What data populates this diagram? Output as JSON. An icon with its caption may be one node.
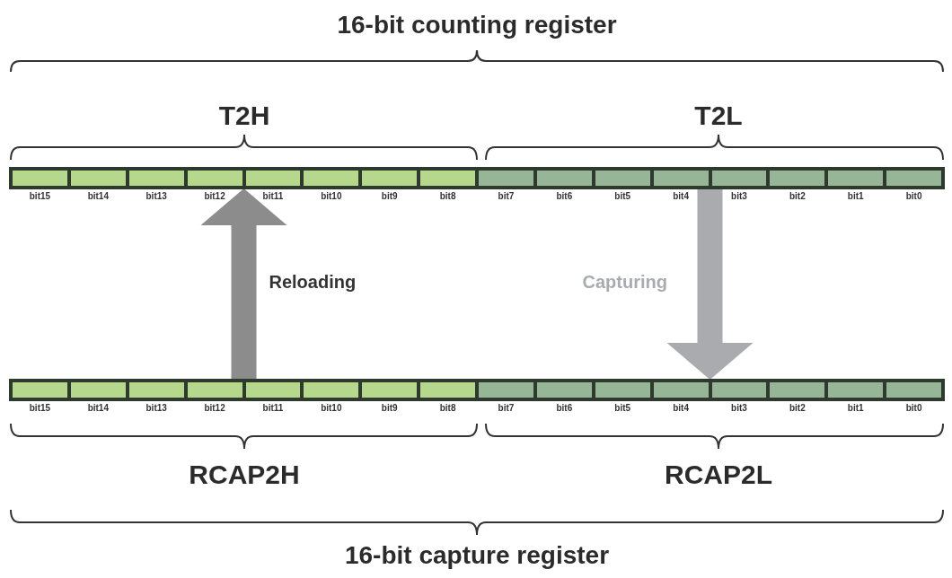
{
  "diagram": {
    "nodes": [
      {
        "text": [],
        "shape": "bar"
      },
      {
        "text": [
          "bit15"
        ],
        "in": 0
      },
      {
        "text": [
          "bit14"
        ],
        "in": 0
      },
      {
        "text": [
          "bit13"
        ],
        "in": 0
      },
      {
        "text": [
          "bit12"
        ],
        "in": 0
      },
      {
        "text": [
          "bit11"
        ],
        "in": 0
      },
      {
        "text": [
          "bit10"
        ],
        "in": 0
      },
      {
        "text": [
          "bit9"
        ],
        "in": 0
      },
      {
        "text": [
          "bit8"
        ],
        "in": 0
      },
      {
        "text": [
          "bit7"
        ],
        "in": 0
      },
      {
        "text": [
          "bit6"
        ],
        "in": 0
      },
      {
        "text": [
          "bit5"
        ],
        "in": 0
      },
      {
        "text": [
          "bit4"
        ],
        "in": 0
      },
      {
        "text": [
          "bit3"
        ],
        "in": 0
      },
      {
        "text": [
          "bit2"
        ],
        "in": 0
      },
      {
        "text": [
          "bit1"
        ],
        "in": 0
      },
      {
        "text": [
          "bit0"
        ],
        "in": 0
      },
      {
        "text": [],
        "shape": "bar"
      },
      {
        "text": [
          "bit15"
        ],
        "in": 17
      },
      {
        "text": [
          "bit14"
        ],
        "in": 17
      },
      {
        "text": [
          "bit13"
        ],
        "in": 17
      },
      {
        "text": [
          "bit12"
        ],
        "in": 17
      },
      {
        "text": [
          "bit11"
        ],
        "in": 17
      },
      {
        "text": [
          "bit10"
        ],
        "in": 17
      },
      {
        "text": [
          "bit9"
        ],
        "in": 17
      },
      {
        "text": [
          "bit8"
        ],
        "in": 17
      },
      {
        "text": [
          "bit7"
        ],
        "in": 17
      },
      {
        "text": [
          "bit6"
        ],
        "in": 17
      },
      {
        "text": [
          "bit5"
        ],
        "in": 17
      },
      {
        "text": [
          "bit4"
        ],
        "in": 17
      },
      {
        "text": [
          "bit3"
        ],
        "in": 17
      },
      {
        "text": [
          "bit2"
        ],
        "in": 17
      },
      {
        "text": [
          "bit1"
        ],
        "in": 17
      },
      {
        "text": [
          "bit0"
        ],
        "in": 17
      }
    ],
    "edges": [
      {
        "from": 17,
        "to": 0,
        "arrow": "to",
        "label": "Reloading",
        "color": "#8c8c8c"
      },
      {
        "from": 0,
        "to": 17,
        "arrow": "to",
        "label": "Capturing",
        "color": "#a9abaf"
      }
    ],
    "labels": [
      "16-bit counting register",
      "T2H",
      "T2L",
      "RCAP2H",
      "RCAP2L",
      "16-bit capture register"
    ]
  }
}
